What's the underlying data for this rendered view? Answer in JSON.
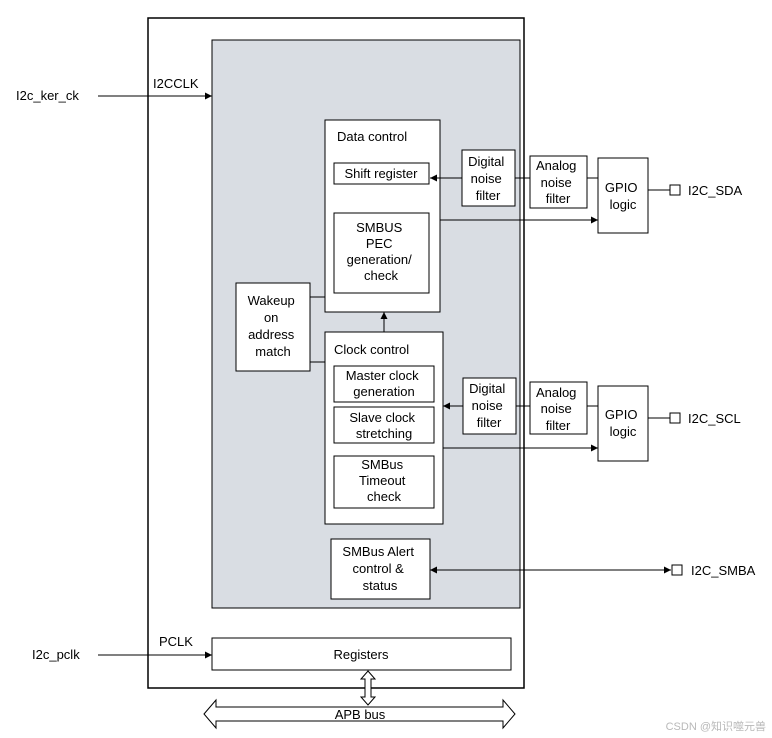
{
  "inputs": {
    "kernel_clock": "I2c_ker_ck",
    "pclk_in": "I2c_pclk"
  },
  "labels": {
    "i2cclk": "I2CCLK",
    "pclk": "PCLK"
  },
  "blocks": {
    "data_control": {
      "title": "Data control"
    },
    "shift_register": {
      "label": "Shift register"
    },
    "smbus_pec": {
      "lines": [
        "SMBUS",
        "PEC",
        "generation/",
        "check"
      ]
    },
    "wakeup": {
      "lines": [
        "Wakeup",
        "on",
        "address",
        "match"
      ]
    },
    "clock_control": {
      "title": "Clock control"
    },
    "master_clock": {
      "lines": [
        "Master clock",
        "generation"
      ]
    },
    "slave_clock": {
      "lines": [
        "Slave clock",
        "stretching"
      ]
    },
    "smbus_timeout": {
      "lines": [
        "SMBus",
        "Timeout",
        "check"
      ]
    },
    "smbus_alert": {
      "lines": [
        "SMBus Alert",
        "control &",
        "status"
      ]
    },
    "registers": {
      "label": "Registers"
    },
    "digital_filter_sda": {
      "lines": [
        "Digital",
        "noise",
        "filter"
      ]
    },
    "analog_filter_sda": {
      "lines": [
        "Analog",
        "noise",
        "filter"
      ]
    },
    "gpio_sda": {
      "lines": [
        "GPIO",
        "logic"
      ]
    },
    "digital_filter_scl": {
      "lines": [
        "Digital",
        "noise",
        "filter"
      ]
    },
    "analog_filter_scl": {
      "lines": [
        "Analog",
        "noise",
        "filter"
      ]
    },
    "gpio_scl": {
      "lines": [
        "GPIO",
        "logic"
      ]
    }
  },
  "pins": {
    "sda": "I2C_SDA",
    "scl": "I2C_SCL",
    "smba": "I2C_SMBA"
  },
  "bus": {
    "label": "APB bus"
  },
  "watermark": "CSDN @知识噬元兽",
  "colors": {
    "core_fill": "#d9dde3",
    "line": "#000000"
  }
}
